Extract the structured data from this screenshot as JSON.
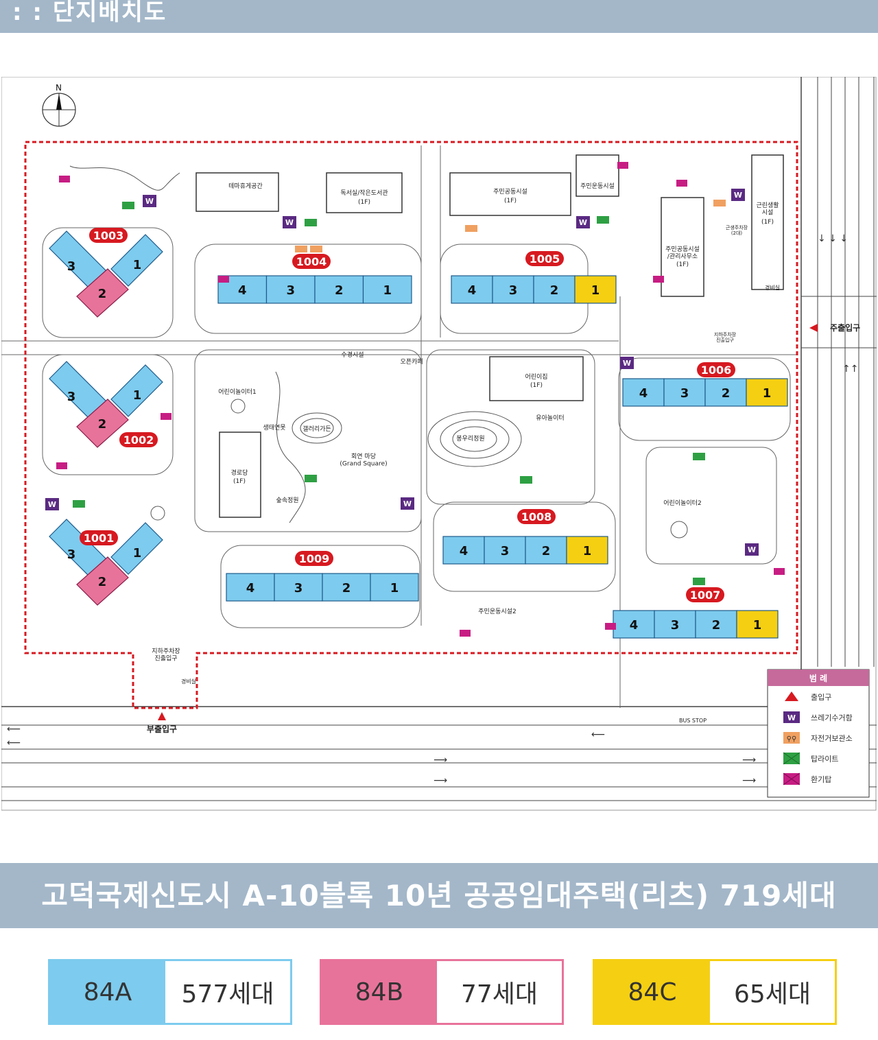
{
  "header": {
    "title": ": : 단지배치도"
  },
  "map": {
    "north_label": "N",
    "facilities": {
      "theme_rest": "테마휴게공간",
      "reading_room": "독서실/작은도서관",
      "community_1": "주민공동시설",
      "sports": "주민운동시설",
      "community_mgmt": "주민공동시설\n/관리사무소",
      "retail": "근린생활\n시설",
      "guard_1": "경비실",
      "sub_parking": "근생주차장\n(2대)",
      "parking_entry_right": "지하주차장\n진출입구",
      "water_feature": "수경시설",
      "open_cafe": "오픈카페",
      "daycare": "어린이집",
      "toddler_play": "유아놀이터",
      "kids_play_1": "어린이놀이터1",
      "eco_pond": "생태연못",
      "gallery_garden": "갤러리가든",
      "grand_square": "회연 마당\n(Grand Square)",
      "dome_garden": "봉우리정원",
      "senior_center": "경로당",
      "forest_garden": "숲속정원",
      "kids_play_2": "어린이놀이터2",
      "sports_2": "주민운동시설2",
      "parking_entry_bottom": "지하주차장\n진출입구",
      "guard_2": "경비실",
      "sub_entrance": "부출입구",
      "main_entrance": "주출입구",
      "bus_stop": "BUS STOP",
      "floor_1f": "(1F)"
    },
    "buildings": [
      {
        "id": "1003",
        "units": [
          "3",
          "2",
          "1"
        ]
      },
      {
        "id": "1004",
        "units": [
          "4",
          "3",
          "2",
          "1"
        ]
      },
      {
        "id": "1005",
        "units": [
          "4",
          "3",
          "2",
          "1"
        ]
      },
      {
        "id": "1002",
        "units": [
          "3",
          "2",
          "1"
        ]
      },
      {
        "id": "1006",
        "units": [
          "4",
          "3",
          "2",
          "1"
        ]
      },
      {
        "id": "1001",
        "units": [
          "3",
          "2",
          "1"
        ]
      },
      {
        "id": "1008",
        "units": [
          "4",
          "3",
          "2",
          "1"
        ]
      },
      {
        "id": "1009",
        "units": [
          "4",
          "3",
          "2",
          "1"
        ]
      },
      {
        "id": "1007",
        "units": [
          "4",
          "3",
          "2",
          "1"
        ]
      }
    ],
    "legend": {
      "title": "범 례",
      "items": [
        {
          "label": "출입구",
          "icon": "entrance-triangle-icon"
        },
        {
          "label": "쓰레기수거함",
          "icon": "trash-w-icon",
          "badge": "W"
        },
        {
          "label": "자전거보관소",
          "icon": "bicycle-icon"
        },
        {
          "label": "탑라이트",
          "icon": "toplight-icon"
        },
        {
          "label": "환기탑",
          "icon": "vent-tower-icon"
        }
      ]
    },
    "colors": {
      "type_84A": "#7dcbee",
      "type_84B": "#e8739a",
      "type_84C": "#f5cf12",
      "boundary": "#d71920",
      "badge_red": "#d71920",
      "trash_purple": "#5a2a82",
      "toplight_green": "#2ea043",
      "vent_magenta": "#c71d83",
      "bike_orange": "#f0a060"
    }
  },
  "banner": {
    "title": "고덕국제신도시 A-10블록 10년 공공임대주택(리츠) 719세대"
  },
  "unit_types": [
    {
      "type": "84A",
      "count": "577세대",
      "color": "#7dcbee"
    },
    {
      "type": "84B",
      "count": "77세대",
      "color": "#e8739a"
    },
    {
      "type": "84C",
      "count": "65세대",
      "color": "#f5cf12"
    }
  ]
}
